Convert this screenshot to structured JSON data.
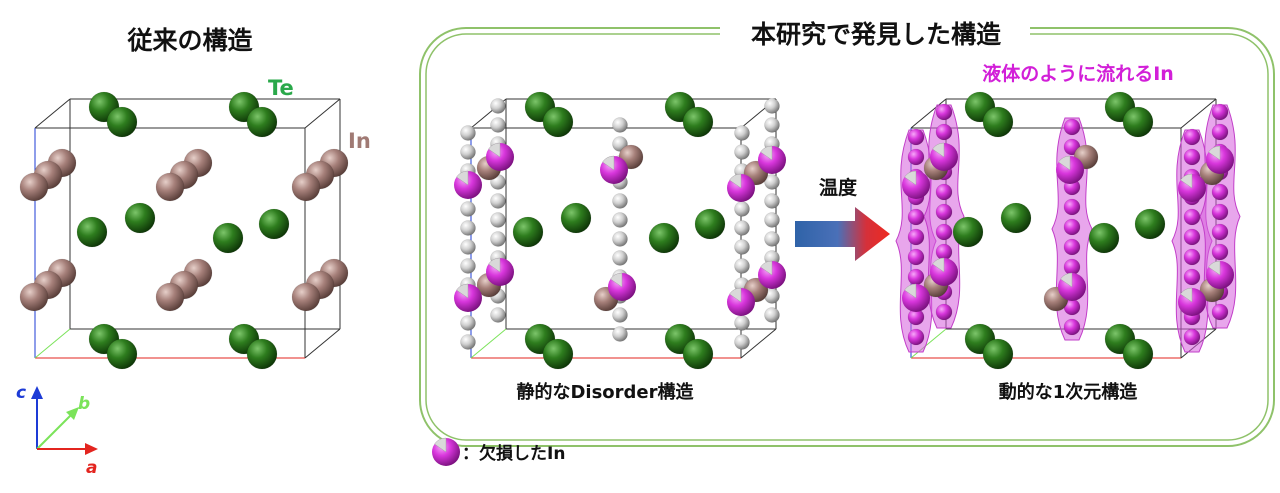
{
  "left_title": "従来の構造",
  "right_title": "本研究で発見した構造",
  "label_te": "Te",
  "label_in": "In",
  "liquid_label": "液体のように流れるIn",
  "arrow_label": "温度",
  "caption_static": "静的なDisorder構造",
  "caption_dynamic": "動的な1次元構造",
  "legend_text": "：欠損したIn",
  "axes": {
    "c": "c",
    "b": "b",
    "a": "a"
  },
  "colors": {
    "te": "#2e7d1e",
    "in": "#a6807a",
    "in_vacant": "#d836dc",
    "liquid": "#d65ddd",
    "label_te": "#2aa84a",
    "label_in": "#a07a74",
    "liquid_label": "#d21fd8",
    "frame": "#8fc26a",
    "axis_c": "#1d3bd6",
    "axis_b": "#7be35a",
    "axis_a": "#e3251f"
  }
}
